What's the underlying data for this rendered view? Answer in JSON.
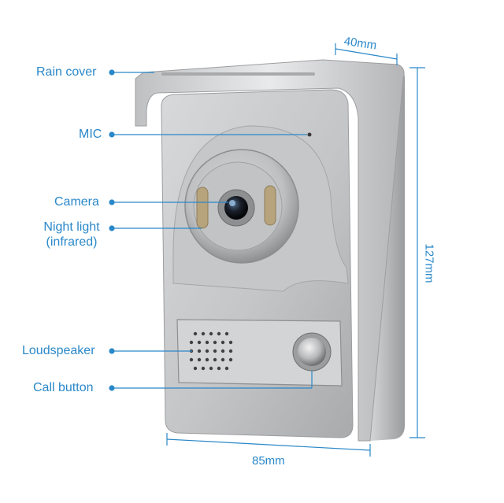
{
  "labels": {
    "rain_cover": "Rain cover",
    "mic": "MIC",
    "camera": "Camera",
    "night_light_line1": "Night light",
    "night_light_line2": "(infrared)",
    "loudspeaker": "Loudspeaker",
    "call_button": "Call button"
  },
  "dimensions": {
    "depth": "40mm",
    "height": "127mm",
    "width": "85mm"
  },
  "colors": {
    "accent": "#2a88c9",
    "body_silver": "#c9cacc",
    "background": "#ffffff"
  }
}
